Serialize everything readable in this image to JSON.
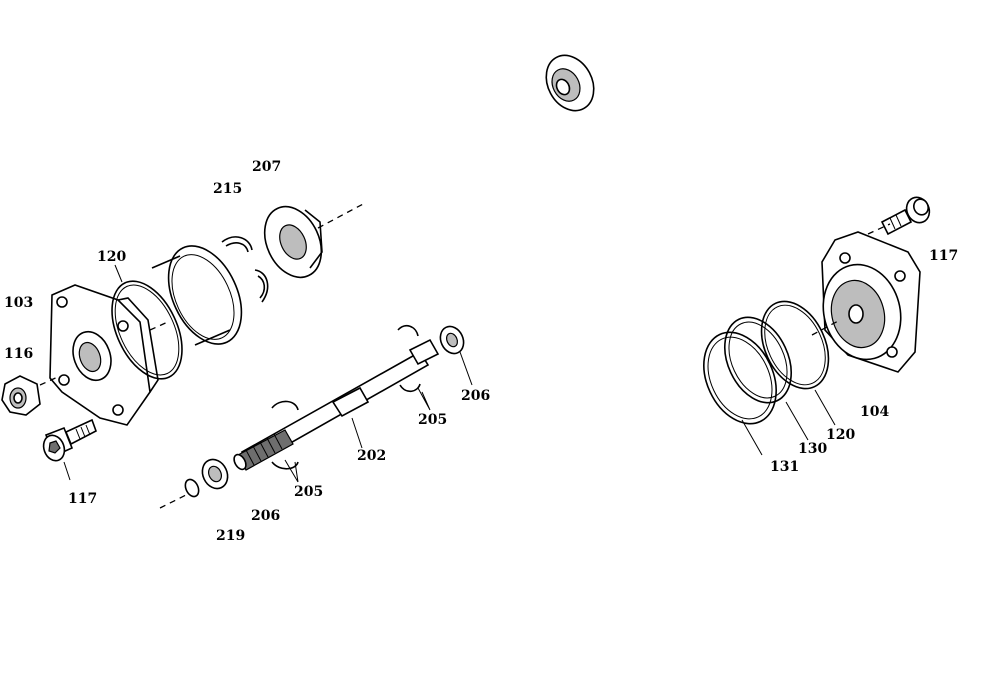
{
  "diagram": {
    "labels": {
      "l207": "207",
      "l215": "215",
      "l120a": "120",
      "l103": "103",
      "l116": "116",
      "l117a": "117",
      "l206a": "206",
      "l205a": "205",
      "l202": "202",
      "l205b": "205",
      "l206b": "206",
      "l219": "219",
      "l117b": "117",
      "l104": "104",
      "l120b": "120",
      "l130": "130",
      "l131": "131"
    }
  }
}
